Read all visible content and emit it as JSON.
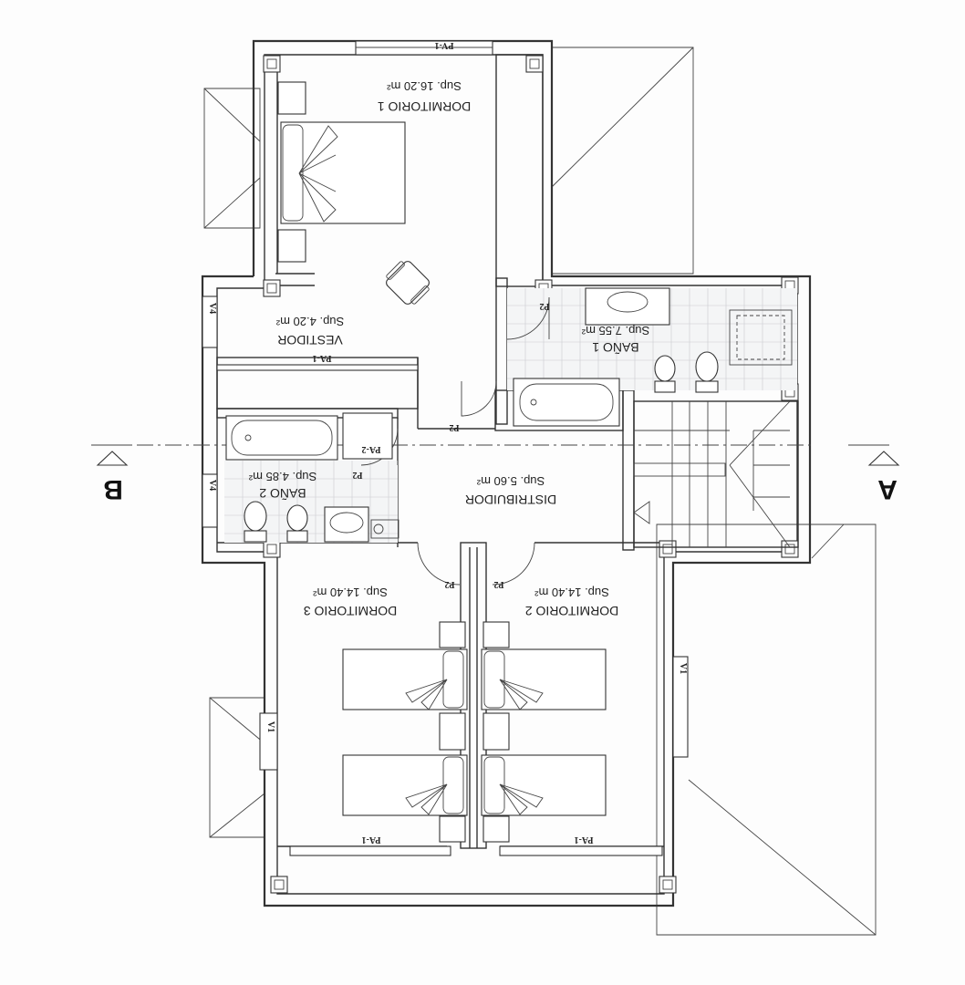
{
  "rooms": [
    {
      "id": "dormitorio-1",
      "name": "DORMITORIO 1",
      "area": "Sup. 16.20 m²"
    },
    {
      "id": "vestidor",
      "name": "VESTIDOR",
      "area": "Sup. 4.20 m²"
    },
    {
      "id": "bano-1",
      "name": "BAÑO 1",
      "area": "Sup. 7.55 m²"
    },
    {
      "id": "bano-2",
      "name": "BAÑO 2",
      "area": "Sup. 4.85 m²"
    },
    {
      "id": "distribuidor",
      "name": "DISTRIBUIDOR",
      "area": "Sup. 5.60 m²"
    },
    {
      "id": "dormitorio-3",
      "name": "DORMITORIO 3",
      "area": "Sup. 14.40 m²"
    },
    {
      "id": "dormitorio-2",
      "name": "DORMITORIO 2",
      "area": "Sup. 14.40 m²"
    }
  ],
  "section_markers": {
    "left": "B",
    "right": "A"
  },
  "openings": {
    "pv1": "PV-1",
    "pa1": "PA-1",
    "pa2": "PA-2",
    "p2": "P2",
    "v1": "V1",
    "v4": "V4"
  }
}
